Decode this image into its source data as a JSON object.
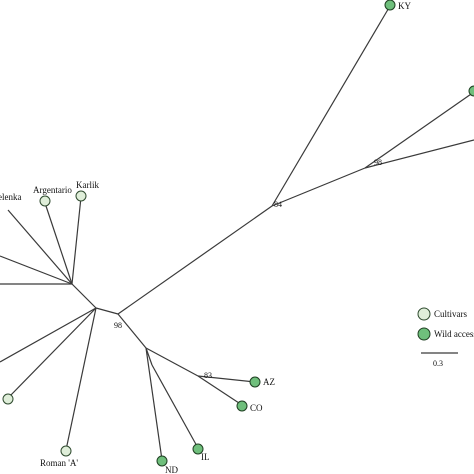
{
  "tips": {
    "ky": "KY",
    "heleneka": "elenka",
    "argentario": "Argentario",
    "karlik": "Karlik",
    "roman_a": "Roman 'A'",
    "az": "AZ",
    "co": "CO",
    "nd": "ND",
    "il": "IL"
  },
  "support_values": {
    "s98_center": "98",
    "s84": "84",
    "s98_upper": "98",
    "s83": "83"
  },
  "legend": {
    "cultivars": "Cultivars",
    "wild": "Wild accessi",
    "colors": {
      "cultivars": "#dfeed9",
      "wild": "#6fbf7c"
    }
  },
  "scale_bar": {
    "label": "0.3"
  }
}
